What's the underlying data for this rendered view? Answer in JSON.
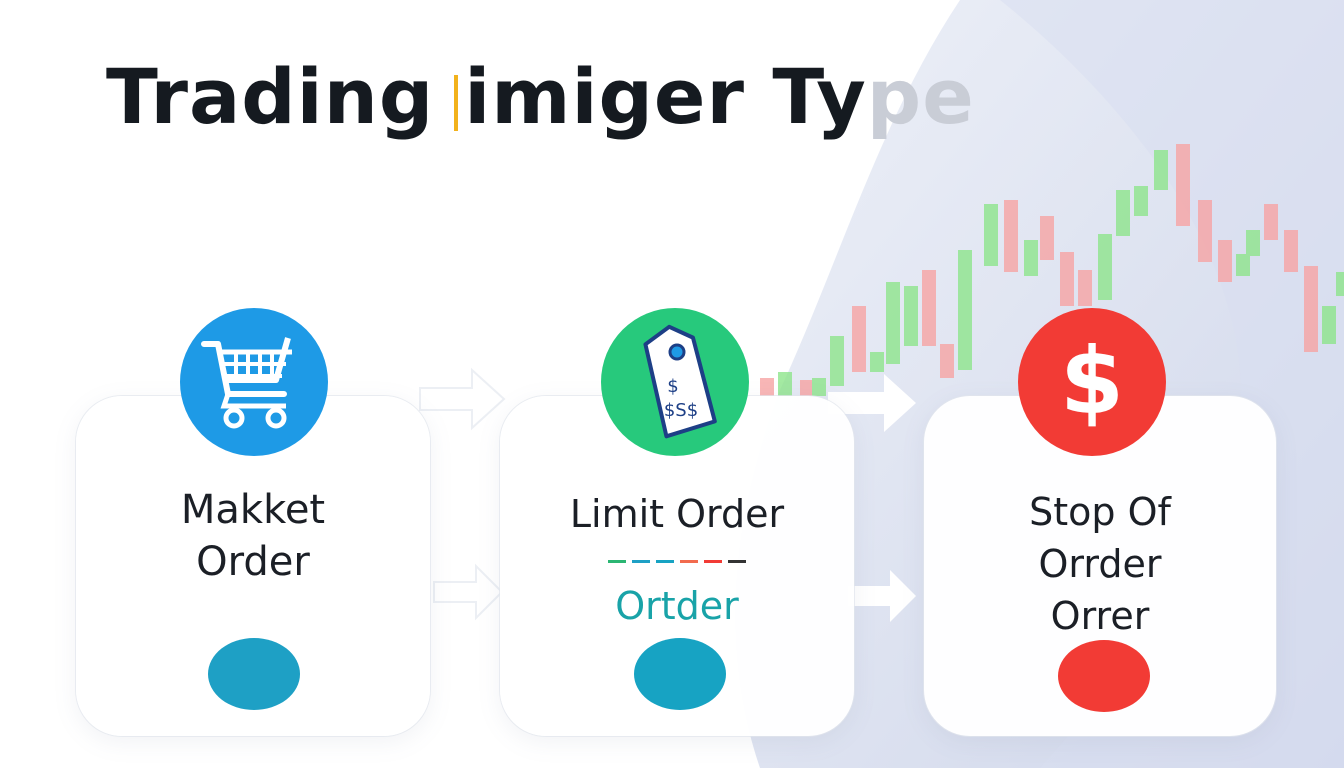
{
  "title": {
    "part1": "Trading",
    "part2": "imiger",
    "part3_a": "Ty",
    "part3_b": "pe"
  },
  "cards": [
    {
      "line1": "Makket",
      "line2": "Order",
      "icon": "shopping-cart-icon",
      "color": "#1e9ae6",
      "pill_color": "#1ea0c5"
    },
    {
      "line1": "Limit Order",
      "accent": "Ortder",
      "icon": "price-tag-icon",
      "color": "#27c97c",
      "pill_color": "#17a3c3"
    },
    {
      "line1": "Stop Of",
      "line2": "Orrder",
      "line3": "Orrer",
      "line3_mark": "R",
      "icon": "dollar-sign-icon",
      "color": "#f23b35",
      "pill_color": "#f23b35"
    }
  ],
  "icons": {
    "tag_top": "$",
    "tag_bottom": "$S$",
    "dollar": "$"
  },
  "colors": {
    "accent_yellow": "#f2b21c",
    "candle_green": "#8ee58c",
    "candle_red": "#f7a4a4",
    "background_wave": "#d6dcec",
    "dash_colors": [
      "#2bb673",
      "#1ea0c5",
      "#17a3c3",
      "#f26b4e",
      "#f23b35",
      "#333333"
    ]
  }
}
